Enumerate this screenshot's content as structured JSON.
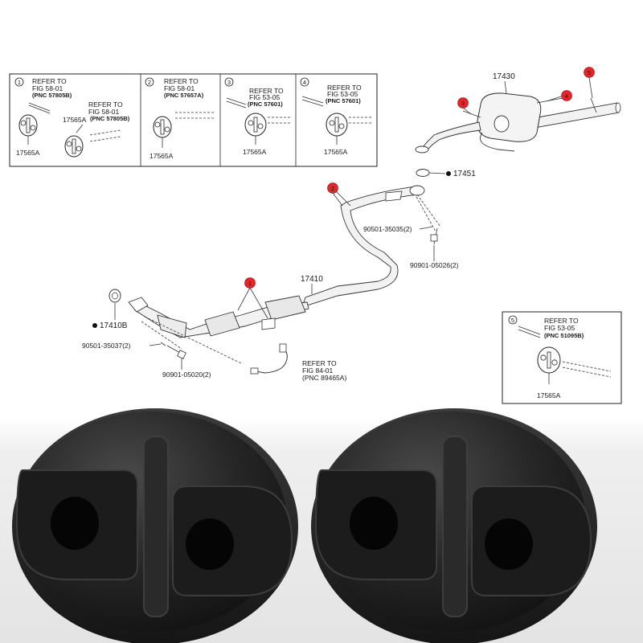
{
  "callouts": [
    {
      "index": "1",
      "refer_to": "REFER TO",
      "fig": "FIG 58-01",
      "pnc": "(PNC 57805B)",
      "refer_to_2": "REFER TO",
      "fig_2": "FIG 58-01",
      "pnc_2": "(PNC 57805B)",
      "part_a": "17565A",
      "part_b": "17565A"
    },
    {
      "index": "2",
      "refer_to": "REFER TO",
      "fig": "FIG 58-01",
      "pnc": "(PNC 57657A)",
      "part": "17565A"
    },
    {
      "index": "3",
      "refer_to": "REFER TO",
      "fig": "FIG 53-05",
      "pnc": "(PNC 57601)",
      "part": "17565A"
    },
    {
      "index": "4",
      "refer_to": "REFER TO",
      "fig": "FIG 53-05",
      "pnc": "(PNC 57601)",
      "part": "17565A"
    },
    {
      "index": "5",
      "refer_to": "REFER TO",
      "fig": "FIG 53-05",
      "pnc": "(PNC 51095B)",
      "part": "17565A"
    }
  ],
  "parts": {
    "muffler": "17430",
    "gasket_rear": "17451",
    "center_pipe": "17410",
    "gasket_front": "17410B",
    "bolt_front": "90501-35037(2)",
    "nut_front": "90901-05020(2)",
    "bolt_rear": "90501-35035(2)",
    "nut_rear": "90901-05026(2)",
    "sensor_refer": "REFER TO",
    "sensor_fig": "FIG 84-01",
    "sensor_pnc": "(PNC 89465A)"
  },
  "markers": [
    "1",
    "2",
    "3",
    "4",
    "5"
  ],
  "colors": {
    "marker": "#e8232a",
    "rubber": "#232323",
    "background": "#ffffff"
  }
}
